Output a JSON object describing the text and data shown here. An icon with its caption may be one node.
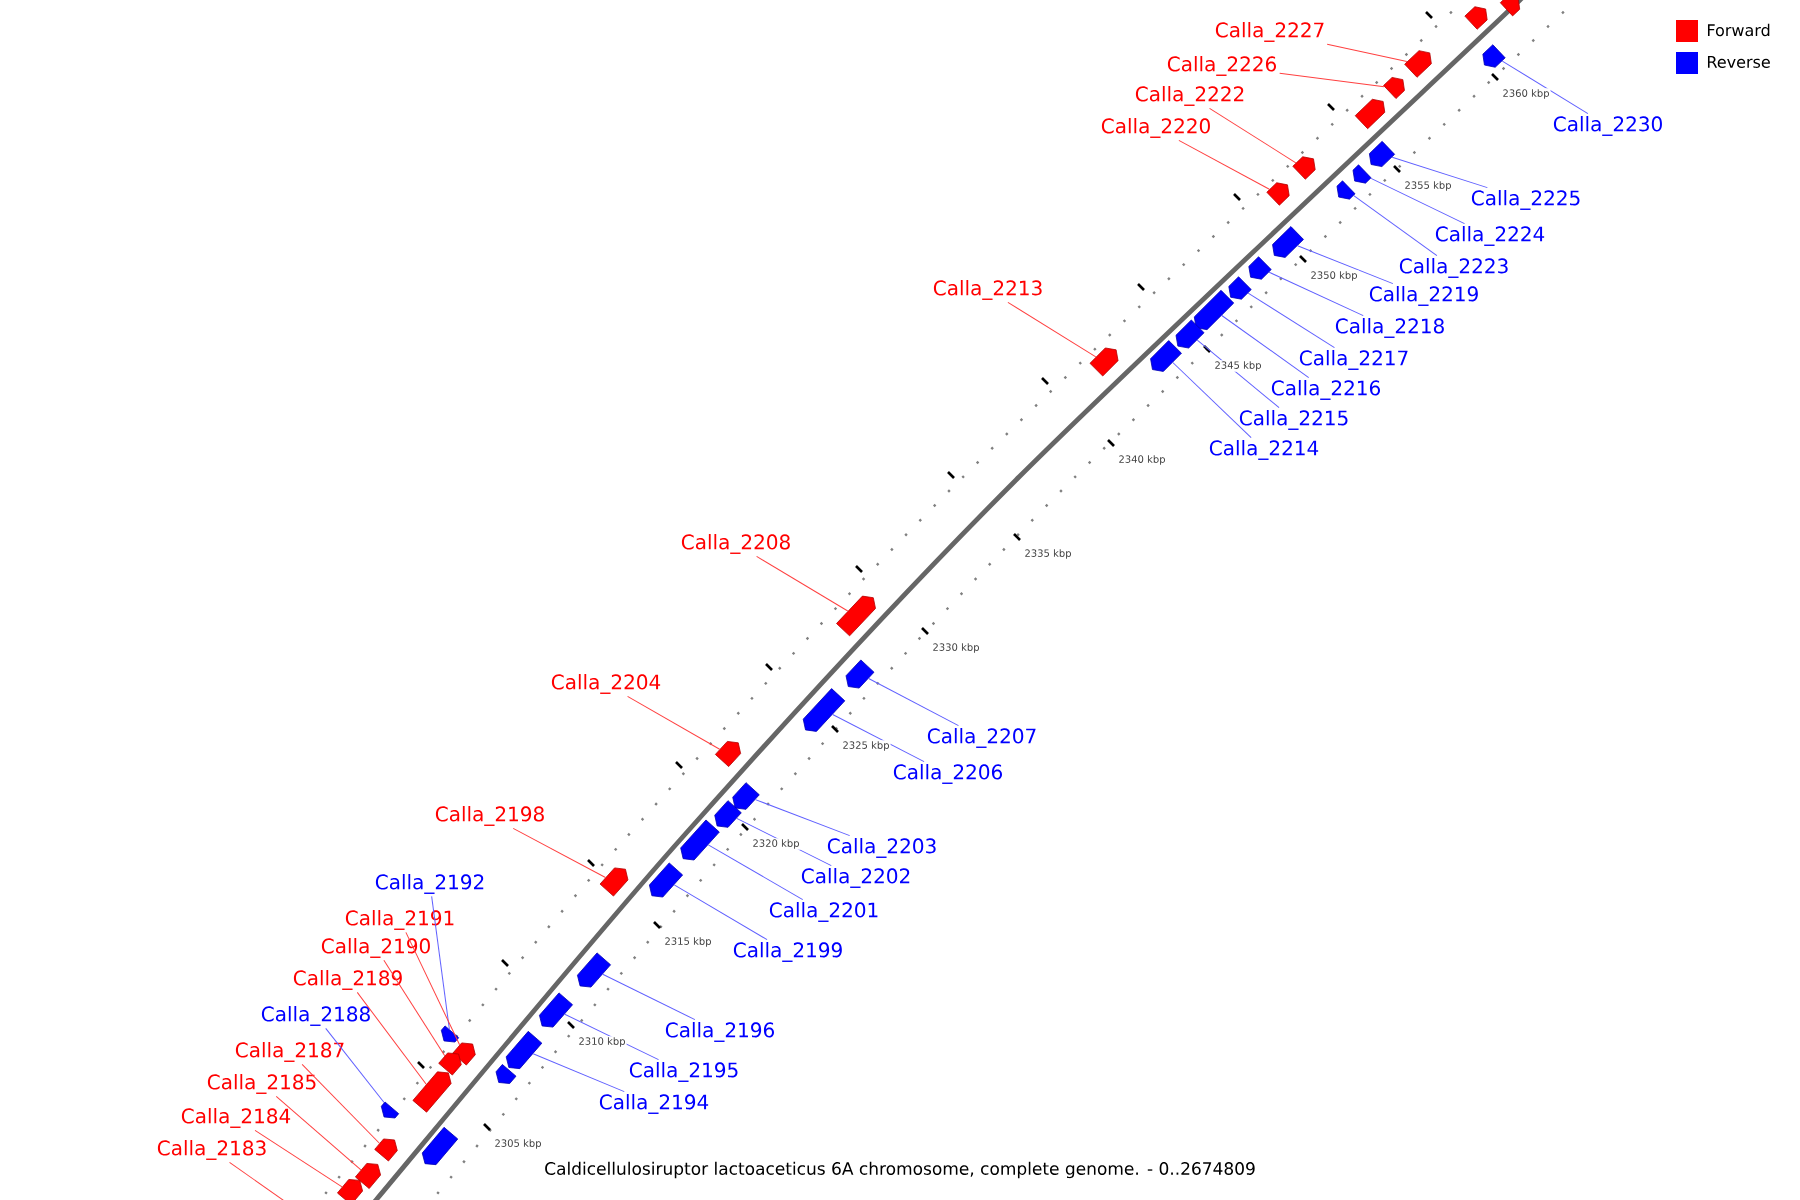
{
  "diagram": {
    "caption": "Caldicellulosiruptor lactoaceticus 6A chromosome, complete genome. - 0..2674809",
    "nodes": [
      {
        "text": [
          "Calla_2227"
        ]
      },
      {
        "text": [
          "Calla_2226"
        ]
      },
      {
        "text": [
          "Calla_2222"
        ]
      },
      {
        "text": [
          "Calla_2220"
        ]
      },
      {
        "text": [
          "Calla_2230"
        ]
      },
      {
        "text": [
          "Calla_2225"
        ]
      },
      {
        "text": [
          "Calla_2224"
        ]
      },
      {
        "text": [
          "Calla_2223"
        ]
      },
      {
        "text": [
          "Calla_2219"
        ]
      },
      {
        "text": [
          "Calla_2218"
        ]
      },
      {
        "text": [
          "Calla_2217"
        ]
      },
      {
        "text": [
          "Calla_2216"
        ]
      },
      {
        "text": [
          "Calla_2215"
        ]
      },
      {
        "text": [
          "Calla_2214"
        ]
      },
      {
        "text": [
          "Calla_2213"
        ]
      },
      {
        "text": [
          "Calla_2208"
        ]
      },
      {
        "text": [
          "Calla_2207"
        ]
      },
      {
        "text": [
          "Calla_2206"
        ]
      },
      {
        "text": [
          "Calla_2204"
        ]
      },
      {
        "text": [
          "Calla_2198"
        ]
      },
      {
        "text": [
          "Calla_2203"
        ]
      },
      {
        "text": [
          "Calla_2202"
        ]
      },
      {
        "text": [
          "Calla_2201"
        ]
      },
      {
        "text": [
          "Calla_2199"
        ]
      },
      {
        "text": [
          "Calla_2192"
        ]
      },
      {
        "text": [
          "Calla_2191"
        ]
      },
      {
        "text": [
          "Calla_2190"
        ]
      },
      {
        "text": [
          "Calla_2189"
        ]
      },
      {
        "text": [
          "Calla_2196"
        ]
      },
      {
        "text": [
          "Calla_2188"
        ]
      },
      {
        "text": [
          "Calla_2195"
        ]
      },
      {
        "text": [
          "Calla_2187"
        ]
      },
      {
        "text": [
          "Calla_2194"
        ]
      },
      {
        "text": [
          "Calla_2185"
        ]
      },
      {
        "text": [
          "Calla_2184"
        ]
      },
      {
        "text": [
          "Calla_2183"
        ]
      },
      {
        "text": [],
        "shape": "arrow"
      },
      {
        "text": [],
        "shape": "arrow"
      },
      {
        "text": [],
        "shape": "arrow"
      },
      {
        "text": [],
        "shape": "arrow"
      },
      {
        "text": [],
        "shape": "arrow"
      },
      {
        "text": [],
        "shape": "arrow"
      },
      {
        "text": [],
        "shape": "arrow"
      },
      {
        "text": [],
        "shape": "arrow"
      },
      {
        "text": [],
        "shape": "arrow"
      },
      {
        "text": [],
        "shape": "arrow"
      },
      {
        "text": [],
        "shape": "arrow"
      },
      {
        "text": [],
        "shape": "arrow"
      },
      {
        "text": [],
        "shape": "arrow"
      },
      {
        "text": [],
        "shape": "arrow"
      },
      {
        "text": [],
        "shape": "arrow"
      },
      {
        "text": [],
        "shape": "arrow"
      },
      {
        "text": [],
        "shape": "arrow"
      },
      {
        "text": [],
        "shape": "arrow"
      },
      {
        "text": [],
        "shape": "arrow"
      },
      {
        "text": [],
        "shape": "arrow"
      },
      {
        "text": [],
        "shape": "arrow"
      },
      {
        "text": [],
        "shape": "arrow"
      },
      {
        "text": [],
        "shape": "arrow"
      },
      {
        "text": [],
        "shape": "arrow"
      },
      {
        "text": [],
        "shape": "arrow"
      },
      {
        "text": [],
        "shape": "arrow"
      },
      {
        "text": [],
        "shape": "arrow"
      },
      {
        "text": [],
        "shape": "arrow"
      },
      {
        "text": [],
        "shape": "arrow"
      },
      {
        "text": [],
        "shape": "arrow"
      },
      {
        "text": [],
        "shape": "arrow"
      },
      {
        "text": [],
        "shape": "arrow"
      },
      {
        "text": [],
        "shape": "arrow"
      },
      {
        "text": [],
        "shape": "arrow"
      },
      {
        "text": [],
        "shape": "arrow"
      },
      {
        "text": [],
        "shape": "arrow"
      },
      {
        "text": [],
        "shape": "arrow"
      },
      {
        "text": [],
        "shape": "arrow"
      },
      {
        "text": [],
        "shape": "arrow"
      },
      {
        "text": [],
        "shape": "arrow"
      }
    ],
    "edges": [
      {
        "from": 0,
        "to": 36,
        "arrow": "none",
        "color": "#ff4040"
      },
      {
        "from": 1,
        "to": 37,
        "arrow": "none",
        "color": "#ff4040"
      },
      {
        "from": 2,
        "to": 38,
        "arrow": "none",
        "color": "#ff4040"
      },
      {
        "from": 3,
        "to": 39,
        "arrow": "none",
        "color": "#ff4040"
      },
      {
        "from": 4,
        "to": 40,
        "arrow": "none",
        "color": "#6060ff"
      },
      {
        "from": 5,
        "to": 41,
        "arrow": "none",
        "color": "#6060ff"
      },
      {
        "from": 6,
        "to": 42,
        "arrow": "none",
        "color": "#6060ff"
      },
      {
        "from": 7,
        "to": 43,
        "arrow": "none",
        "color": "#6060ff"
      },
      {
        "from": 8,
        "to": 44,
        "arrow": "none",
        "color": "#6060ff"
      },
      {
        "from": 9,
        "to": 45,
        "arrow": "none",
        "color": "#6060ff"
      },
      {
        "from": 10,
        "to": 46,
        "arrow": "none",
        "color": "#6060ff"
      },
      {
        "from": 11,
        "to": 47,
        "arrow": "none",
        "color": "#6060ff"
      },
      {
        "from": 12,
        "to": 48,
        "arrow": "none",
        "color": "#6060ff"
      },
      {
        "from": 13,
        "to": 49,
        "arrow": "none",
        "color": "#6060ff"
      },
      {
        "from": 14,
        "to": 50,
        "arrow": "none",
        "color": "#ff4040"
      },
      {
        "from": 15,
        "to": 51,
        "arrow": "none",
        "color": "#ff4040"
      },
      {
        "from": 16,
        "to": 52,
        "arrow": "none",
        "color": "#6060ff"
      },
      {
        "from": 17,
        "to": 53,
        "arrow": "none",
        "color": "#6060ff"
      },
      {
        "from": 18,
        "to": 54,
        "arrow": "none",
        "color": "#ff4040"
      },
      {
        "from": 19,
        "to": 55,
        "arrow": "none",
        "color": "#ff4040"
      },
      {
        "from": 20,
        "to": 56,
        "arrow": "none",
        "color": "#6060ff"
      },
      {
        "from": 21,
        "to": 57,
        "arrow": "none",
        "color": "#6060ff"
      },
      {
        "from": 22,
        "to": 58,
        "arrow": "none",
        "color": "#6060ff"
      },
      {
        "from": 23,
        "to": 59,
        "arrow": "none",
        "color": "#6060ff"
      },
      {
        "from": 24,
        "to": 60,
        "arrow": "none",
        "color": "#6060ff"
      },
      {
        "from": 25,
        "to": 61,
        "arrow": "none",
        "color": "#ff4040"
      },
      {
        "from": 26,
        "to": 62,
        "arrow": "none",
        "color": "#ff4040"
      },
      {
        "from": 27,
        "to": 63,
        "arrow": "none",
        "color": "#ff4040"
      },
      {
        "from": 28,
        "to": 64,
        "arrow": "none",
        "color": "#6060ff"
      },
      {
        "from": 29,
        "to": 65,
        "arrow": "none",
        "color": "#6060ff"
      },
      {
        "from": 30,
        "to": 66,
        "arrow": "none",
        "color": "#6060ff"
      },
      {
        "from": 31,
        "to": 67,
        "arrow": "none",
        "color": "#ff4040"
      },
      {
        "from": 32,
        "to": 68,
        "arrow": "none",
        "color": "#6060ff"
      },
      {
        "from": 33,
        "to": 69,
        "arrow": "none",
        "color": "#ff4040"
      },
      {
        "from": 34,
        "to": 70,
        "arrow": "none",
        "color": "#ff4040"
      },
      {
        "from": 35,
        "to": null,
        "arrow": "none",
        "color": "#ff4040"
      }
    ],
    "labels": [
      "2360 kbp",
      "2355 kbp",
      "2350 kbp",
      "2345 kbp",
      "2340 kbp",
      "2335 kbp",
      "2330 kbp",
      "2325 kbp",
      "2320 kbp",
      "2315 kbp",
      "2310 kbp",
      "2305 kbp"
    ],
    "legend": [
      {
        "text": "Forward",
        "color": "#ff0000"
      },
      {
        "text": "Reverse",
        "color": "#0000ff"
      }
    ]
  }
}
